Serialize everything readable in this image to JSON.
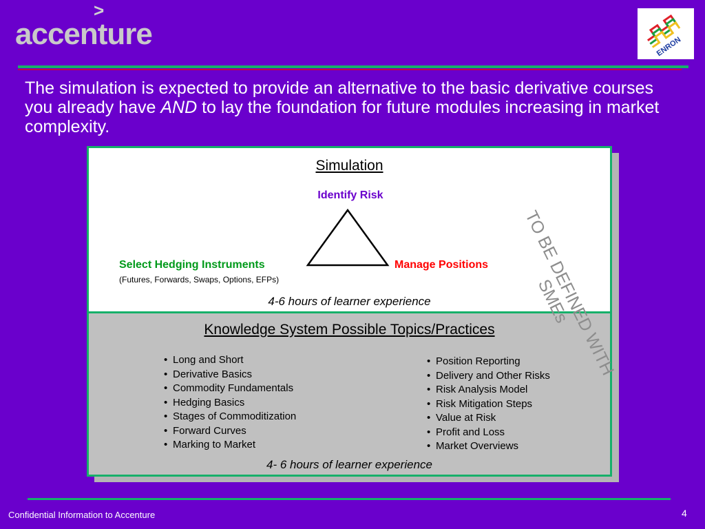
{
  "brand": {
    "logo_mark": ">",
    "logo_word": "accenture",
    "partner_logo": "ENRON"
  },
  "intro": {
    "part1": "The simulation is expected to provide an alternative to the basic derivative courses you already have ",
    "emphasis": "AND",
    "part2": " to lay the foundation for future modules increasing in market complexity."
  },
  "simulation": {
    "title": "Simulation",
    "identify": "Identify Risk",
    "select": "Select Hedging Instruments",
    "select_sub": "(Futures, Forwards, Swaps, Options, EFPs)",
    "manage": "Manage Positions",
    "hours": "4-6 hours of learner experience"
  },
  "knowledge": {
    "title": "Knowledge System Possible Topics/Practices",
    "left_items": [
      "Long and Short",
      "Derivative Basics",
      "Commodity Fundamentals",
      "Hedging Basics",
      "Stages of Commoditization",
      "Forward Curves",
      "Marking to Market"
    ],
    "right_items": [
      "Position Reporting",
      "Delivery and Other Risks",
      "Risk Analysis Model",
      "Risk Mitigation Steps",
      "Value at Risk",
      "Profit and Loss",
      "Market Overviews"
    ],
    "hours": "4- 6 hours of learner experience"
  },
  "watermark": {
    "line1": "TO BE DEFINED WITH",
    "line2": "SMEs"
  },
  "footer": {
    "confidential": "Confidential Information to Accenture",
    "page_number": "4"
  },
  "colors": {
    "background": "#6a00cc",
    "accent_green": "#16b06a",
    "identify": "#6a00cc",
    "select": "#009a1a",
    "manage": "#ff0000"
  }
}
